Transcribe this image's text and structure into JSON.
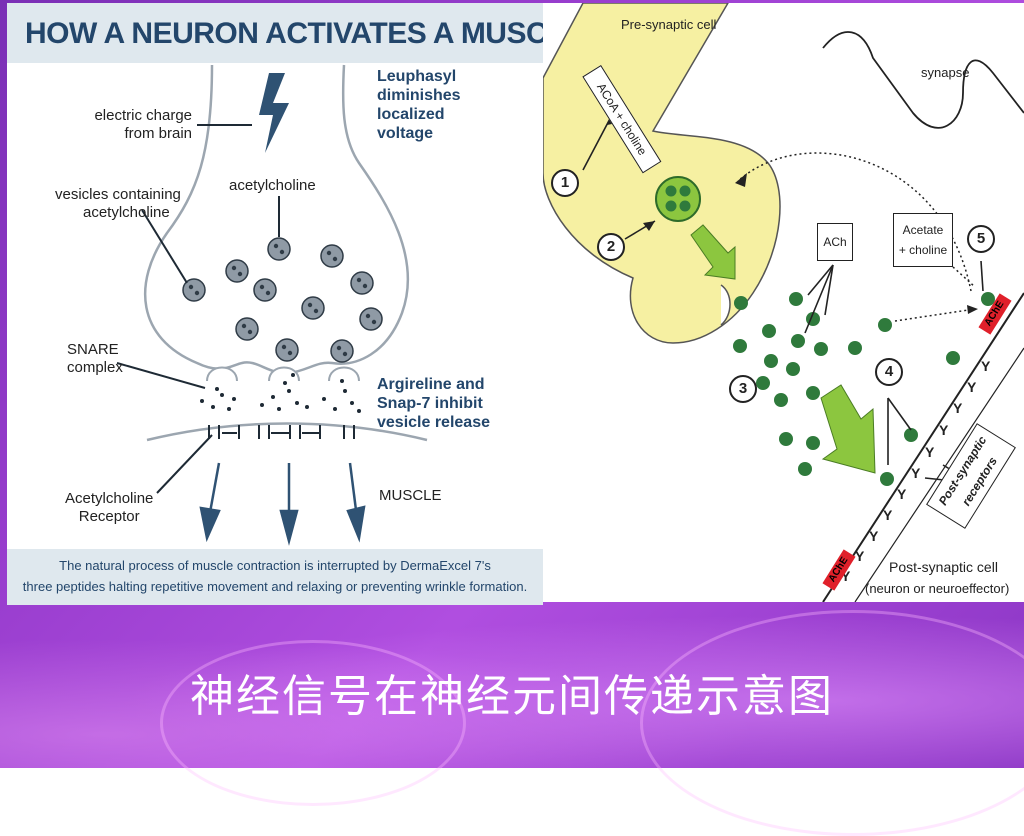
{
  "slide": {
    "title": "神经信号在神经元间传递示意图"
  },
  "left_figure": {
    "title": "HOW A NEURON ACTIVATES A MUSCLE",
    "labels": {
      "electric_charge": [
        "electric charge",
        "from brain"
      ],
      "vesicles": [
        "vesicles containing",
        "acetylcholine"
      ],
      "acetylcholine": "acetylcholine",
      "snare": [
        "SNARE",
        "complex"
      ],
      "receptor": [
        "Acetylcholine",
        "Receptor"
      ],
      "muscle": "MUSCLE",
      "leuphasyl": [
        "Leuphasyl",
        "diminishes",
        "localized",
        "voltage"
      ],
      "argireline": [
        "Argireline and",
        "Snap-7 inhibit",
        "vesicle release"
      ]
    },
    "caption": [
      "The natural process of muscle contraction is interrupted by DermaExcel 7's",
      "three peptides halting repetitive movement and relaxing or preventing wrinkle formation."
    ]
  },
  "right_figure": {
    "labels": {
      "presynaptic": "Pre-synaptic cell",
      "synapse": "synapse",
      "acoa": "ACoA + choline",
      "ach": "ACh",
      "acetate": [
        "Acetate",
        "+ choline"
      ],
      "postsynaptic_receptors": [
        "Post-synaptic",
        "receptors"
      ],
      "postsynaptic_cell": "Post-synaptic cell",
      "postsynaptic_sub": "(neuron or neuroeffector)",
      "ache": "AChE"
    },
    "steps": [
      "1",
      "2",
      "3",
      "4",
      "5"
    ]
  },
  "colors": {
    "title_blue": "#23466b",
    "vesicle_grey": "#8f9aa5",
    "yellow_cell": "#f6f0a2",
    "green_ach": "#2f7a3c",
    "ache_red": "#e0202a",
    "slide_purple": "#9b3fd0"
  }
}
